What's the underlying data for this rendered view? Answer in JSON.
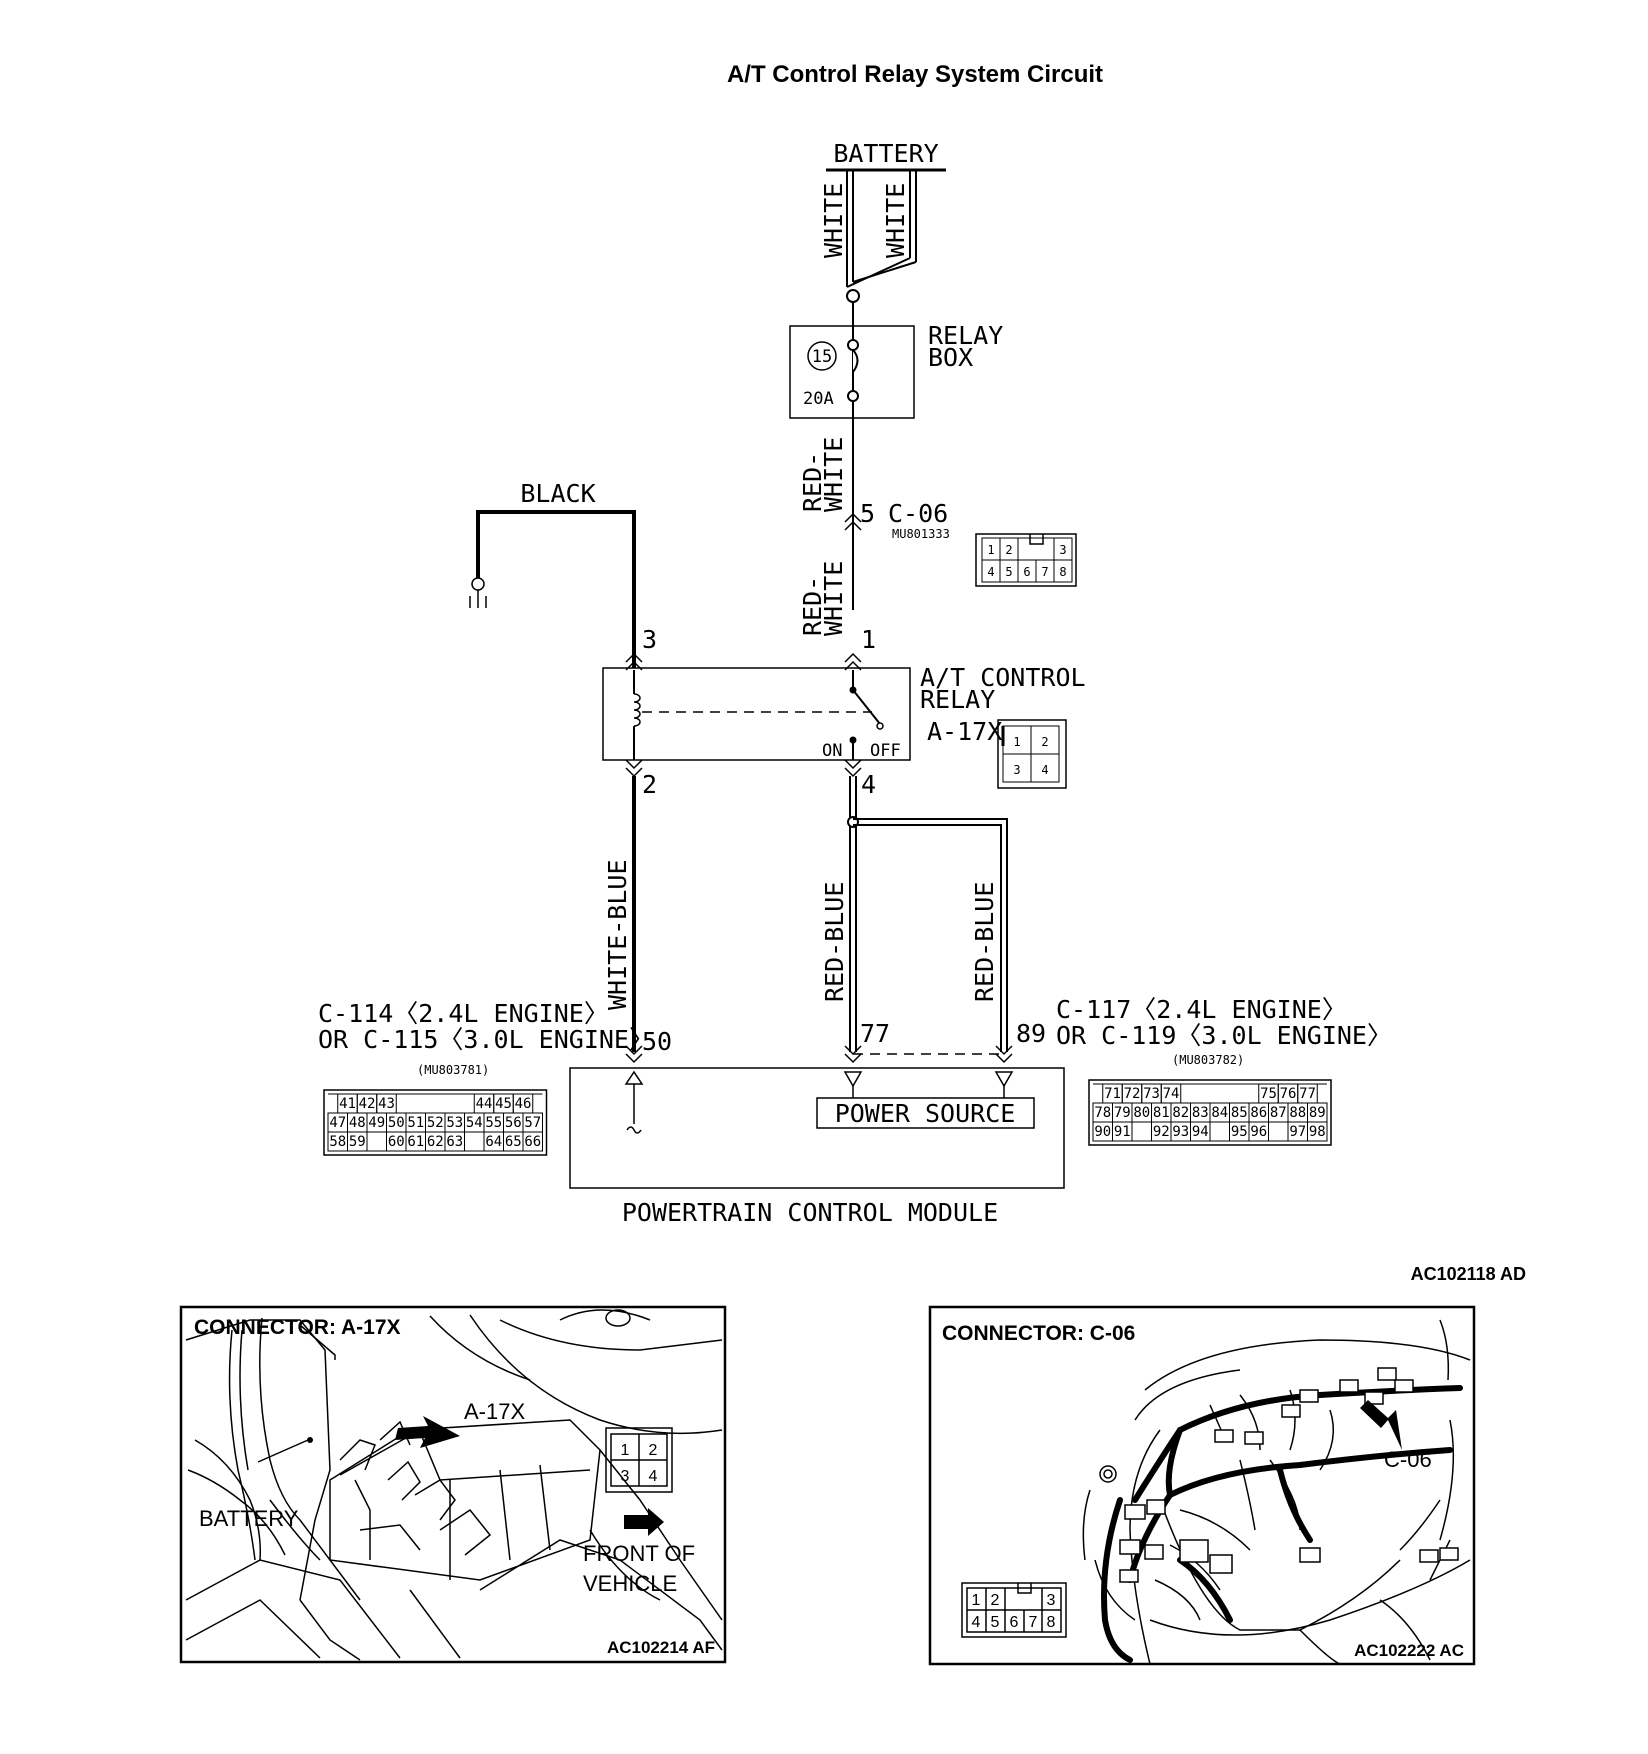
{
  "title": "A/T Control Relay System Circuit",
  "diagram_code": "AC102118 AD",
  "battery_label": "BATTERY",
  "wire_white_1": "WHITE",
  "wire_white_2": "WHITE",
  "relay_box": {
    "line1": "RELAY",
    "line2": "BOX",
    "fuse_number": "15",
    "fuse_rating": "20A"
  },
  "wire_red_white_top": {
    "line1": "RED-",
    "line2": "WHITE"
  },
  "wire_red_white_bottom": {
    "line1": "RED-",
    "line2": "WHITE"
  },
  "connector_c06": {
    "pin": "5",
    "name": "C-06",
    "part": "MU801333",
    "cells": [
      "1",
      "2",
      "3",
      "4",
      "5",
      "6",
      "7",
      "8"
    ]
  },
  "wire_black": "BLACK",
  "relay": {
    "line1": "A/T CONTROL",
    "line2": "RELAY",
    "connector": "A-17X",
    "pin_3": "3",
    "pin_1": "1",
    "pin_2": "2",
    "pin_4": "4",
    "on": "ON",
    "off": "OFF",
    "cells": [
      "1",
      "2",
      "3",
      "4"
    ]
  },
  "wire_white_blue": "WHITE-BLUE",
  "wire_red_blue_1": "RED-BLUE",
  "wire_red_blue_2": "RED-BLUE",
  "pcm": {
    "label": "POWERTRAIN CONTROL MODULE",
    "power_source": "POWER SOURCE",
    "pin_50": "50",
    "pin_77": "77",
    "pin_89": "89"
  },
  "connector_left": {
    "line1": "C-114〈2.4L ENGINE〉",
    "line2": "OR C-115〈3.0L ENGINE〉",
    "part": "(MU803781)",
    "rows": [
      [
        "41",
        "42",
        "43",
        "",
        "",
        "",
        "",
        "44",
        "45",
        "46"
      ],
      [
        "47",
        "48",
        "49",
        "50",
        "51",
        "52",
        "53",
        "54",
        "55",
        "56",
        "57"
      ],
      [
        "58",
        "59",
        "",
        "60",
        "61",
        "62",
        "63",
        "",
        "64",
        "65",
        "66"
      ]
    ]
  },
  "connector_right": {
    "line1": "C-117〈2.4L ENGINE〉",
    "line2": "OR C-119〈3.0L ENGINE〉",
    "part": "(MU803782)",
    "rows": [
      [
        "71",
        "72",
        "73",
        "74",
        "",
        "",
        "",
        "",
        "75",
        "76",
        "77"
      ],
      [
        "78",
        "79",
        "80",
        "81",
        "82",
        "83",
        "84",
        "85",
        "86",
        "87",
        "88",
        "89"
      ],
      [
        "90",
        "91",
        "",
        "92",
        "93",
        "94",
        "",
        "95",
        "96",
        "",
        "97",
        "98"
      ]
    ]
  },
  "photo_left": {
    "heading": "CONNECTOR: A-17X",
    "callout": "A-17X",
    "battery": "BATTERY",
    "front_line1": "FRONT OF",
    "front_line2": "VEHICLE",
    "code": "AC102214 AF",
    "cells": [
      "1",
      "2",
      "3",
      "4"
    ]
  },
  "photo_right": {
    "heading": "CONNECTOR: C-06",
    "callout": "C-06",
    "code": "AC102222 AC",
    "cells": [
      "1",
      "2",
      "3",
      "4",
      "5",
      "6",
      "7",
      "8"
    ]
  }
}
